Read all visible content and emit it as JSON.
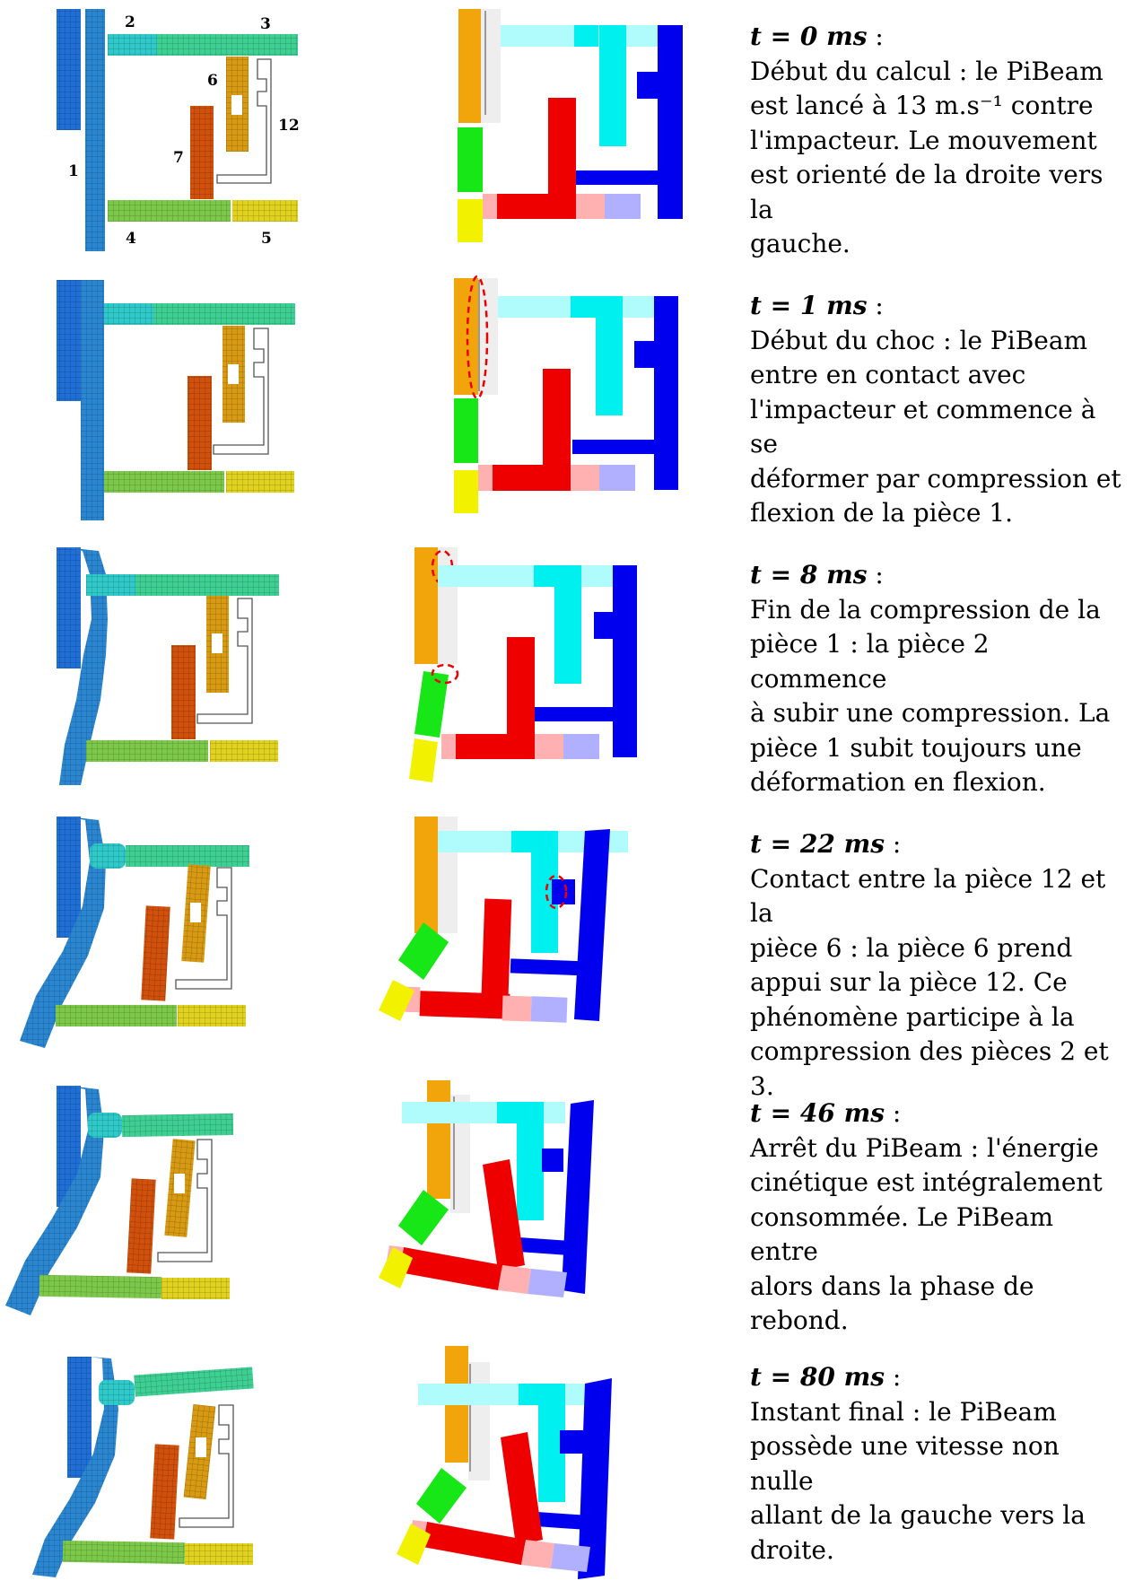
{
  "labels": [
    "1",
    "2",
    "3",
    "4",
    "5",
    "6",
    "7",
    "12"
  ],
  "colors": {
    "fem_p1": "#1f6fd6",
    "fem_p1b": "#2a86d1",
    "fem_p2": "#2fc9c9",
    "fem_p3": "#3ecf93",
    "fem_p4": "#7cc94a",
    "fem_p5": "#e0d21f",
    "fem_p6": "#d79a12",
    "fem_p7": "#d0500c",
    "orange": "#f2a40b",
    "ghost": "#eeeeee",
    "cyan": "#00f0f0",
    "cyan_light": "#b0fbfb",
    "blue": "#0000ee",
    "red": "#ee0000",
    "pink": "#ffb0b0",
    "lavender": "#b0b0ff",
    "green": "#17e617",
    "yellow": "#f2f200",
    "highlight": "#ee0000"
  },
  "rows": [
    {
      "time": "t = 0 ms",
      "text": "Début du calcul : le PiBeam\nest lancé à 13 m.s⁻¹ contre\nl'impacteur. Le mouvement\nest orienté de la droite vers la\ngauche."
    },
    {
      "time": "t = 1 ms",
      "text": "Début du choc : le PiBeam\nentre en contact avec\nl'impacteur et commence à se\ndéformer par compression et\nflexion de la pièce 1."
    },
    {
      "time": "t = 8 ms",
      "text": "Fin de la compression de la\npièce 1 : la pièce 2 commence\nà subir une compression. La\npièce 1 subit toujours une\ndéformation en flexion."
    },
    {
      "time": "t = 22 ms",
      "text": "Contact entre la pièce 12 et la\npièce 6 : la pièce 6 prend\nappui sur la pièce 12. Ce\nphénomène participe à la\ncompression des pièces 2 et 3."
    },
    {
      "time": "t = 46 ms",
      "text": "Arrêt du PiBeam : l'énergie\ncinétique est intégralement\nconsommée. Le PiBeam entre\nalors dans la phase de rebond."
    },
    {
      "time": "t = 80 ms",
      "text": "Instant final : le PiBeam\npossède une vitesse non nulle\nallant de la gauche vers la\ndroite."
    }
  ]
}
